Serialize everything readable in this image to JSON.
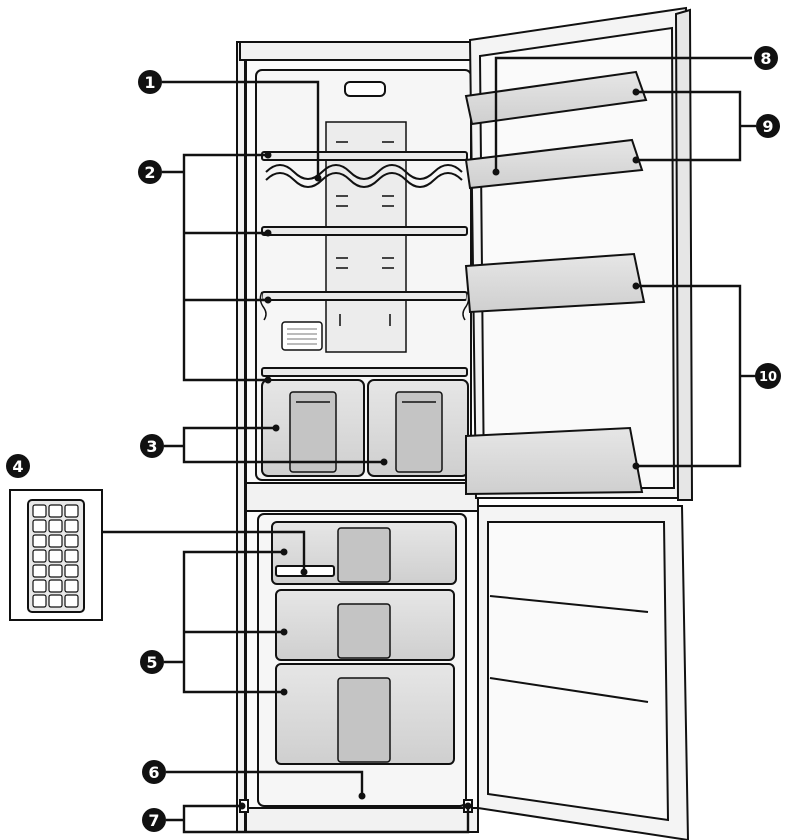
{
  "callouts": [
    {
      "id": 1,
      "label": "1"
    },
    {
      "id": 2,
      "label": "2"
    },
    {
      "id": 3,
      "label": "3"
    },
    {
      "id": 4,
      "label": "4"
    },
    {
      "id": 5,
      "label": "5"
    },
    {
      "id": 6,
      "label": "6"
    },
    {
      "id": 7,
      "label": "7"
    },
    {
      "id": 8,
      "label": "8"
    },
    {
      "id": 9,
      "label": "9"
    },
    {
      "id": 10,
      "label": "10"
    }
  ],
  "colors": {
    "line": "#111111",
    "badge": "#111111",
    "fill_light": "#f2f2f2",
    "fill_mid": "#d9d9d9"
  }
}
